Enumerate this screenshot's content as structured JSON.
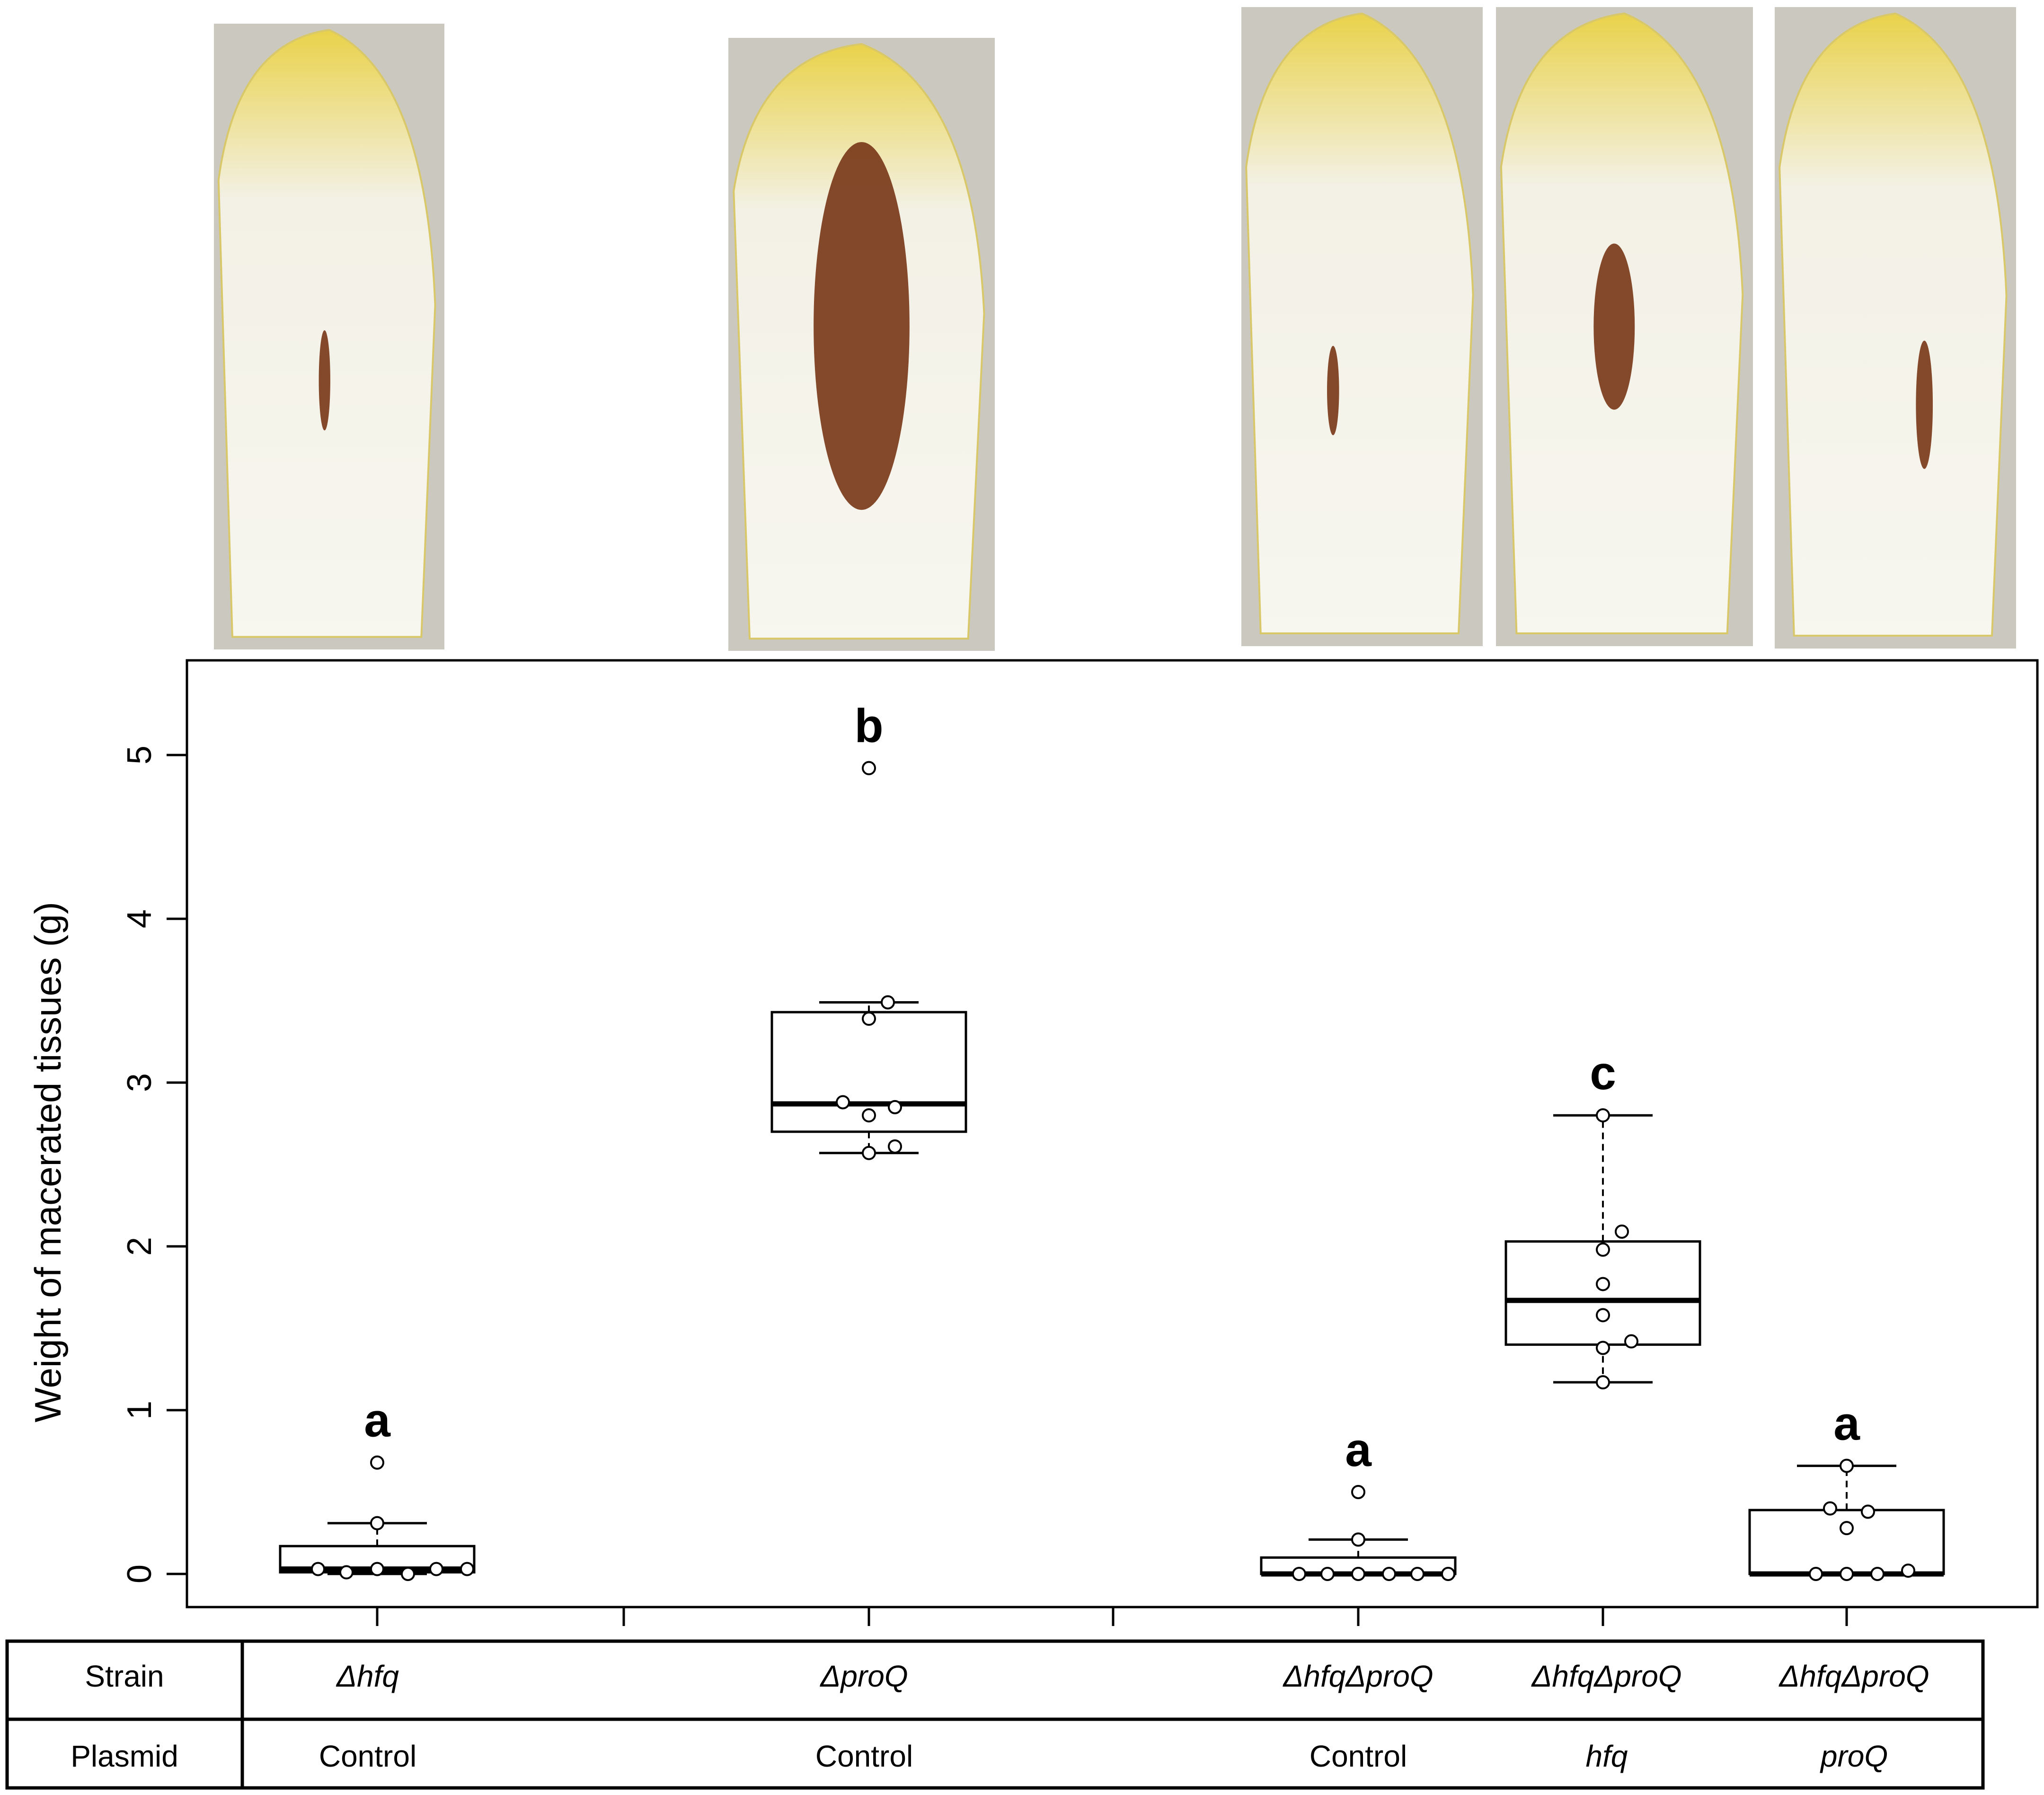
{
  "chart_data": {
    "type": "box",
    "ylabel": "Weight of macerated tissues (g)",
    "ylim": [
      0,
      5.5
    ],
    "yticks": [
      0,
      1,
      2,
      3,
      4,
      5
    ],
    "grid": false,
    "groups": [
      {
        "strain": "Δhfq",
        "plasmid": "Control",
        "plasmid_italic": false,
        "letter": "a",
        "box": {
          "whisker_low": 0.0,
          "q1": 0.01,
          "median": 0.03,
          "q3": 0.17,
          "whisker_high": 0.31
        },
        "points": [
          0.68,
          0.31,
          0.03,
          0.03,
          0.01,
          0.0,
          0.03,
          0.03
        ]
      },
      {
        "strain": "ΔproQ",
        "plasmid": "Control",
        "plasmid_italic": false,
        "letter": "b",
        "box": {
          "whisker_low": 2.57,
          "q1": 2.7,
          "median": 2.87,
          "q3": 3.43,
          "whisker_high": 3.49
        },
        "points": [
          4.92,
          3.49,
          3.39,
          2.88,
          2.85,
          2.8,
          2.61,
          2.57
        ]
      },
      {
        "strain": "ΔhfqΔproQ",
        "plasmid": "Control",
        "plasmid_italic": false,
        "letter": "a",
        "box": {
          "whisker_low": 0.0,
          "q1": 0.0,
          "median": 0.0,
          "q3": 0.1,
          "whisker_high": 0.21
        },
        "points": [
          0.5,
          0.21,
          0.0,
          0.0,
          0.0,
          0.0,
          0.0,
          0.0
        ]
      },
      {
        "strain": "ΔhfqΔproQ",
        "plasmid": "hfq",
        "plasmid_italic": true,
        "letter": "c",
        "box": {
          "whisker_low": 1.17,
          "q1": 1.4,
          "median": 1.67,
          "q3": 2.03,
          "whisker_high": 2.8
        },
        "points": [
          2.8,
          2.09,
          1.98,
          1.77,
          1.58,
          1.42,
          1.38,
          1.17
        ]
      },
      {
        "strain": "ΔhfqΔproQ",
        "plasmid": "proQ",
        "plasmid_italic": true,
        "letter": "a",
        "box": {
          "whisker_low": 0.0,
          "q1": 0.0,
          "median": 0.0,
          "q3": 0.39,
          "whisker_high": 0.66
        },
        "points": [
          0.66,
          0.4,
          0.38,
          0.28,
          0.0,
          0.0,
          0.0,
          0.02
        ]
      }
    ]
  },
  "table": {
    "row1_label": "Strain",
    "row2_label": "Plasmid"
  },
  "photos": {
    "leaf_color": "#f3f1e6",
    "tip_color": "#e9d24a",
    "lesion_color": "#7a3a1a"
  }
}
